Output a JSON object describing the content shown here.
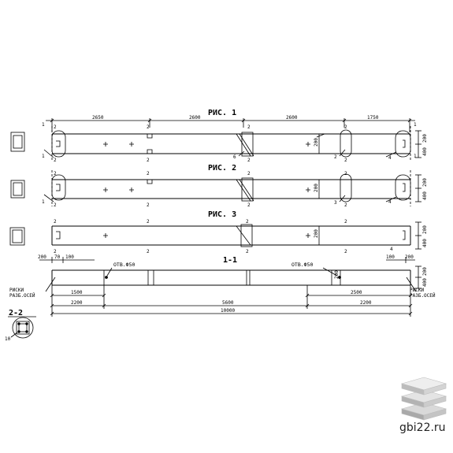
{
  "figures": {
    "fig1": "РИС. 1",
    "fig2": "РИС. 2",
    "fig3": "РИС. 3",
    "section11": "1-1",
    "section22": "2-2"
  },
  "dimensions": {
    "fig1_top": [
      "2650",
      "2600",
      "2600",
      "1750"
    ],
    "beam_height": "200",
    "end_height": "400",
    "section_top_left": [
      "200",
      "70",
      "100"
    ],
    "section_top_right": [
      "100",
      "200"
    ],
    "section_bottom": [
      "1500",
      "2200",
      "5600",
      "2500",
      "2200"
    ],
    "total_length": "10000",
    "rebar_number": "10"
  },
  "labels": {
    "hole_left": "ОТВ.Ф50",
    "hole_right": "ОТВ.Ф50",
    "marks_left_1": "РИСКИ",
    "marks_left_2": "РАЗБ.ОСЕЙ",
    "marks_right_1": "РИСКИ",
    "marks_right_2": "РАЗБ.ОСЕЙ"
  },
  "markers": {
    "two": "2",
    "one": "1",
    "four": "4",
    "three": "3",
    "six": "6"
  },
  "watermark": {
    "site": "gbi22.ru",
    "logo": "layered-blocks-icon"
  }
}
